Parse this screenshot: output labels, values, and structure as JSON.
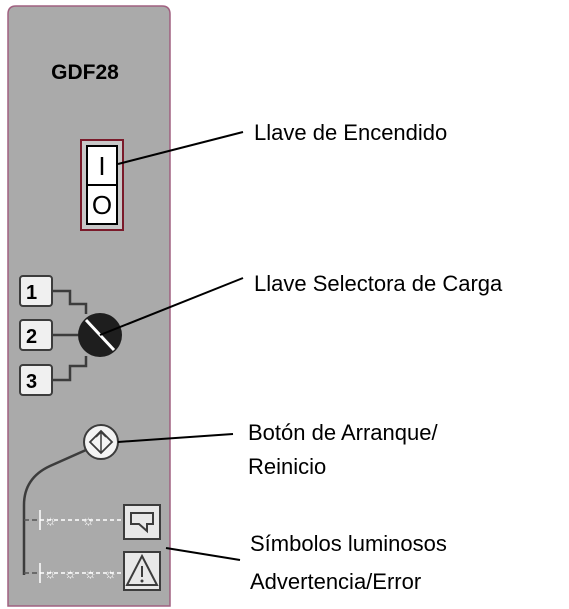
{
  "panel": {
    "model": "GDF28",
    "power_switch": {
      "on_symbol": "I",
      "off_symbol": "O"
    },
    "selector_positions": [
      "1",
      "2",
      "3"
    ]
  },
  "callouts": {
    "power_switch": "Llave de Encendido",
    "load_selector": "Llave Selectora de Carga",
    "start_reset_line1": "Botón de Arranque/",
    "start_reset_line2": "Reinicio",
    "light_symbols": "Símbolos luminosos",
    "warning_error": "Advertencia/Error"
  },
  "colors": {
    "panel": "#aaaaaa",
    "panel_edge": "#a06080",
    "line": "#3c3c3c",
    "switch_face": "#ffffff",
    "switch_frame": "#7a1a2a",
    "selector_knob": "#1e1e1e"
  }
}
